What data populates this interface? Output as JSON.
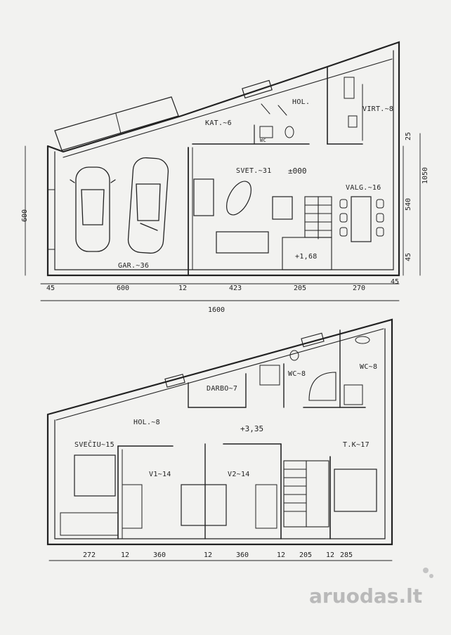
{
  "plan_ground": {
    "rooms": {
      "kat": "KAT.~6",
      "hol": "HOL.",
      "wc": "WC",
      "virt": "VIRT.~8",
      "svet": "SVET.~31",
      "level": "±000",
      "valg": "VALG.~16",
      "gar": "GAR.~36",
      "stair_level": "+1,68"
    },
    "dims_bottom": [
      "45",
      "600",
      "12",
      "423",
      "205",
      "270",
      "45"
    ],
    "dim_total": "1600",
    "dim_left": "600",
    "dims_right": [
      "25",
      "540",
      "45"
    ],
    "dim_right_total": "1050"
  },
  "plan_upper": {
    "rooms": {
      "darbo": "DARBO~7",
      "wc1": "WC~8",
      "wc2": "WC~8",
      "hol": "HOL.~8",
      "level": "+3,35",
      "svecu": "SVEČIU~15",
      "v1": "V1~14",
      "v2": "V2~14",
      "tk": "T.K~17"
    },
    "dims_bottom": [
      "272",
      "12",
      "360",
      "12",
      "360",
      "12",
      "205",
      "12",
      "285"
    ]
  },
  "watermark": "aruodas.lt"
}
